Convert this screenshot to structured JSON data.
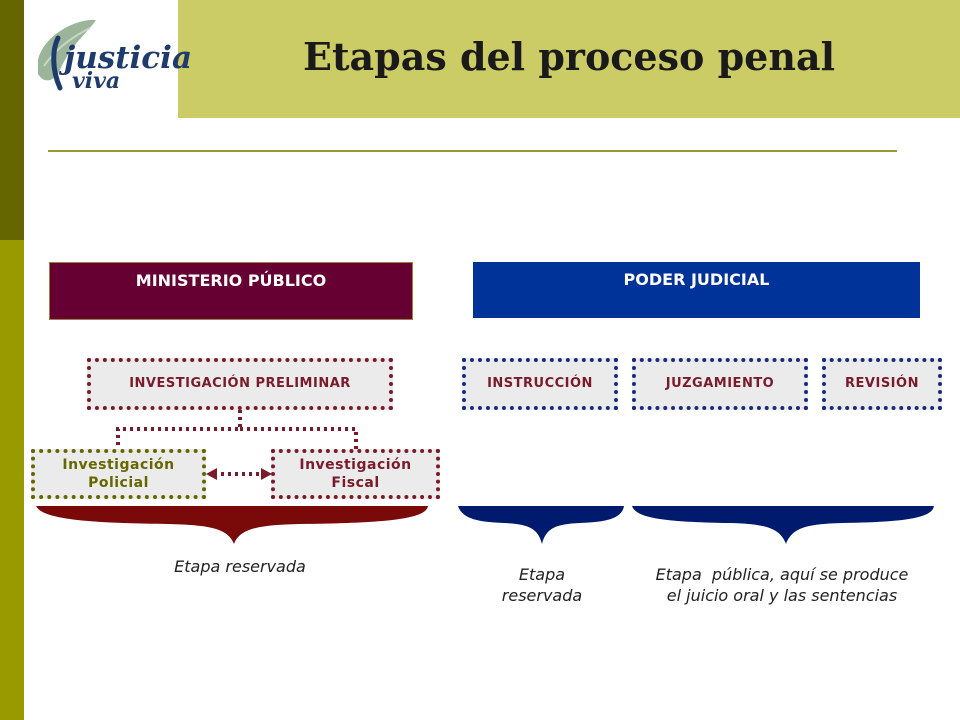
{
  "header": {
    "title": "Etapas del proceso penal",
    "logo": {
      "line1": "justicia",
      "line2": "viva"
    }
  },
  "organisms": {
    "ministerio": "MINISTERIO PÚBLICO",
    "poder_judicial": "PODER JUDICIAL"
  },
  "stages": {
    "investigacion_preliminar": "INVESTIGACIÓN PRELIMINAR",
    "instruccion": "INSTRUCCIÓN",
    "juzgamiento": "JUZGAMIENTO",
    "revision": "REVISIÓN"
  },
  "sub_stages": {
    "policial_line1": "Investigación",
    "policial_line2": "Policial",
    "fiscal_line1": "Investigación",
    "fiscal_line2": "Fiscal"
  },
  "captions": {
    "mp_reserved": "Etapa reservada",
    "instr_reserved_line1": "Etapa",
    "instr_reserved_line2": "reservada",
    "public_line1": "Etapa  pública, aquí se produce",
    "public_line2": "el juicio oral y las sentencias"
  },
  "colors": {
    "sidebar_dark": "#666600",
    "sidebar_light": "#999900",
    "header_band": "#cccc66",
    "ministerio": "#660033",
    "poder_judicial": "#003399",
    "brace_mp": "#7a0a0a",
    "brace_pj": "#001a6e"
  }
}
